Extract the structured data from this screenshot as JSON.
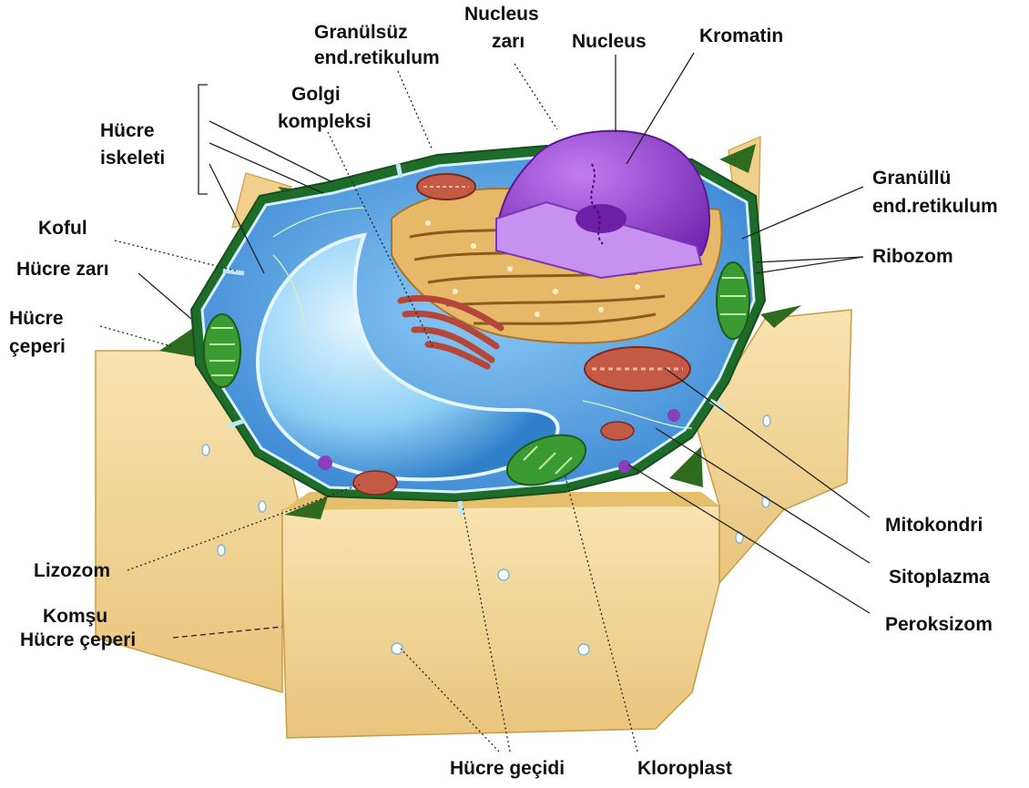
{
  "labels": {
    "granulsuz": [
      "Granülsüz",
      "end.retikulum"
    ],
    "nucleus_zari": [
      "Nucleus",
      "zarı"
    ],
    "nucleus": "Nucleus",
    "kromatin": "Kromatin",
    "golgi": [
      "Golgi",
      "kompleksi"
    ],
    "hucre_iskeleti": [
      "Hücre",
      "iskeleti"
    ],
    "granullu": [
      "Granüllü",
      "end.retikulum"
    ],
    "koful": "Koful",
    "ribozom": "Ribozom",
    "hucre_zari": "Hücre zarı",
    "hucre_ceperi": [
      "Hücre",
      "çeperi"
    ],
    "lizozom": "Lizozom",
    "komsu": [
      "Komşu",
      "Hücre çeperi"
    ],
    "mitokondri": "Mitokondri",
    "sitoplazma": "Sitoplazma",
    "peroksizom": "Peroksizom",
    "hucre_gecidi": "Hücre geçidi",
    "kloroplast": "Kloroplast"
  },
  "colors": {
    "cell_wall": "#f3d79a",
    "cell_wall_shade": "#dcb561",
    "cytoplasm": "#5fa9e6",
    "vacuole": "#8fd0f6",
    "nucleus": "#a347d8",
    "nucleus_cut": "#c792ef",
    "er": "#d9a95a",
    "golgi": "#b5463a",
    "mitochondria": "#c45a45",
    "chloroplast": "#3a9b33",
    "middle_lamella": "#2e6b1e",
    "peroxisome": "#8a3fb8"
  }
}
